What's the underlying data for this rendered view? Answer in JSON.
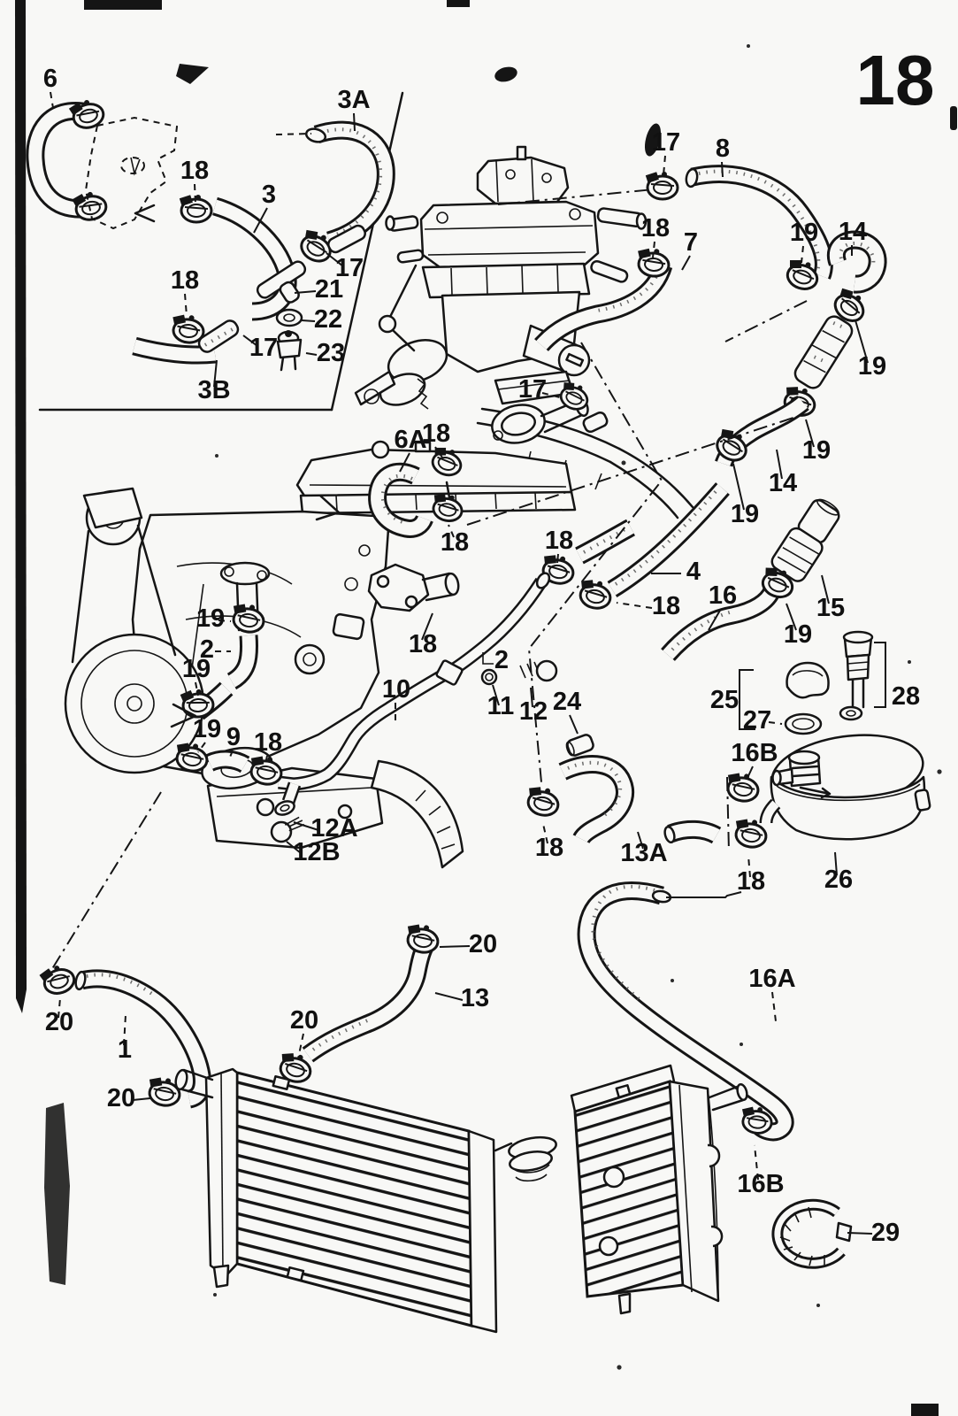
{
  "page": {
    "number": "18"
  },
  "colors": {
    "ink": "#151515",
    "paper": "#f8f8f6"
  },
  "figure": "engine-cooling-system-exploded-parts-diagram",
  "callouts": [
    {
      "text": "6"
    },
    {
      "text": "18"
    },
    {
      "text": "3A"
    },
    {
      "text": "3"
    },
    {
      "text": "18"
    },
    {
      "text": "17"
    },
    {
      "text": "21"
    },
    {
      "text": "22"
    },
    {
      "text": "23"
    },
    {
      "text": "17"
    },
    {
      "text": "3B"
    },
    {
      "text": "17"
    },
    {
      "text": "8"
    },
    {
      "text": "18"
    },
    {
      "text": "7"
    },
    {
      "text": "19"
    },
    {
      "text": "14"
    },
    {
      "text": "19"
    },
    {
      "text": "17"
    },
    {
      "text": "6A"
    },
    {
      "text": "18"
    },
    {
      "text": "18"
    },
    {
      "text": "18"
    },
    {
      "text": "19"
    },
    {
      "text": "14"
    },
    {
      "text": "19"
    },
    {
      "text": "4"
    },
    {
      "text": "18"
    },
    {
      "text": "16"
    },
    {
      "text": "15"
    },
    {
      "text": "19"
    },
    {
      "text": "18"
    },
    {
      "text": "19"
    },
    {
      "text": "2"
    },
    {
      "text": "19"
    },
    {
      "text": "19"
    },
    {
      "text": "9"
    },
    {
      "text": "18"
    },
    {
      "text": "12A"
    },
    {
      "text": "12B"
    },
    {
      "text": "10"
    },
    {
      "text": "2"
    },
    {
      "text": "11"
    },
    {
      "text": "12"
    },
    {
      "text": "24"
    },
    {
      "text": "25"
    },
    {
      "text": "27"
    },
    {
      "text": "28"
    },
    {
      "text": "16B"
    },
    {
      "text": "18"
    },
    {
      "text": "13A"
    },
    {
      "text": "18"
    },
    {
      "text": "26"
    },
    {
      "text": "16A"
    },
    {
      "text": "20"
    },
    {
      "text": "1"
    },
    {
      "text": "20"
    },
    {
      "text": "20"
    },
    {
      "text": "20"
    },
    {
      "text": "13"
    },
    {
      "text": "16B"
    },
    {
      "text": "29"
    }
  ]
}
